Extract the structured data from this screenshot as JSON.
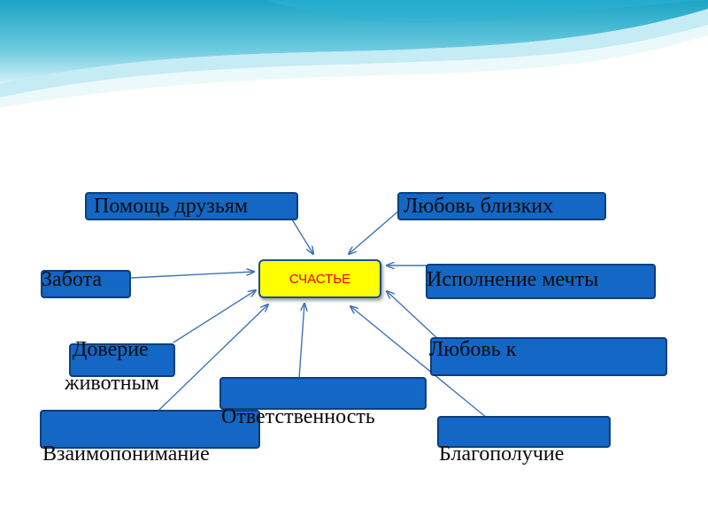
{
  "diagram": {
    "center": "СЧАСТЬЕ",
    "nodes": {
      "help_friends": "Помощь друзьям",
      "love_close": "Любовь близких",
      "care": "Забота",
      "dream": "Исполнение мечты",
      "trust": "Доверие",
      "love_to": "Любовь к",
      "animals": "животным",
      "responsibility": "Ответственность",
      "understanding": "Взаимопонимание",
      "wellbeing": "Благополучие"
    }
  },
  "colors": {
    "box_fill": "#1467c4",
    "box_border": "#0b3f7e",
    "center_fill": "#ffff00",
    "center_text": "#e60000",
    "arrow": "#3f73b8"
  }
}
